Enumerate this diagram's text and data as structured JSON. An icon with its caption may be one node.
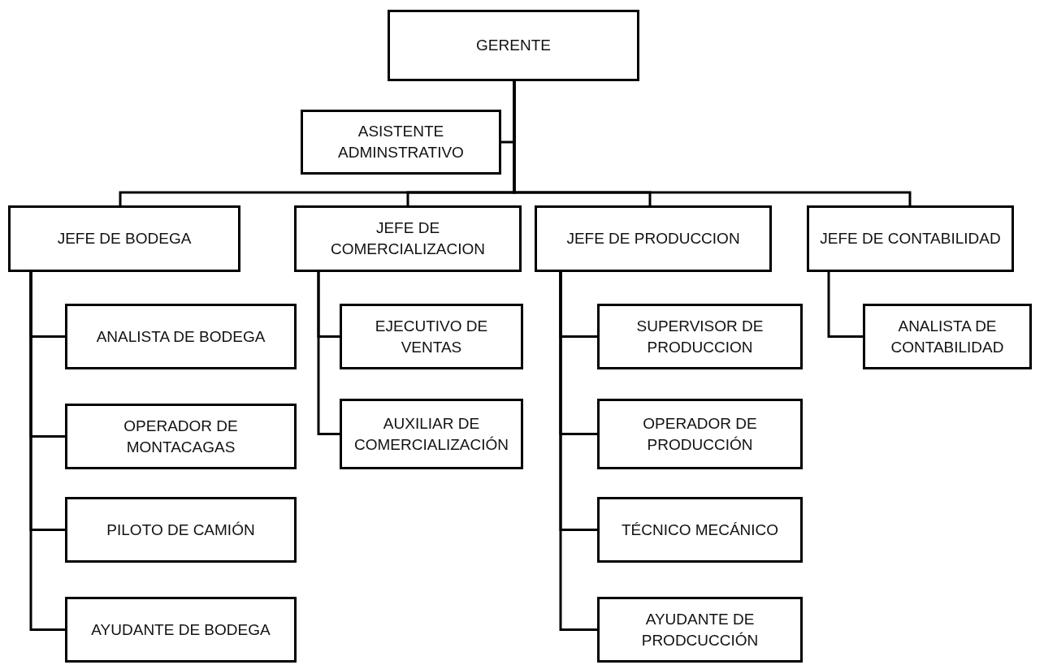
{
  "diagram": {
    "nodes": [
      {
        "text": [
          "GERENTE"
        ]
      },
      {
        "text": [
          "ASISTENTE ADMINSTRATIVO"
        ]
      },
      {
        "text": [
          "JEFE DE BODEGA"
        ]
      },
      {
        "text": [
          "JEFE DE COMERCIALIZACION"
        ]
      },
      {
        "text": [
          "JEFE DE PRODUCCION"
        ]
      },
      {
        "text": [
          "JEFE DE CONTABILIDAD"
        ]
      },
      {
        "text": [
          "ANALISTA DE BODEGA"
        ]
      },
      {
        "text": [
          "OPERADOR DE MONTACAGAS"
        ]
      },
      {
        "text": [
          "PILOTO DE CAMIÓN"
        ]
      },
      {
        "text": [
          "AYUDANTE DE BODEGA"
        ]
      },
      {
        "text": [
          "EJECUTIVO DE VENTAS"
        ]
      },
      {
        "text": [
          "AUXILIAR DE COMERCIALIZACIÓN"
        ]
      },
      {
        "text": [
          "SUPERVISOR DE PRODUCCION"
        ]
      },
      {
        "text": [
          "OPERADOR DE PRODUCCIÓN"
        ]
      },
      {
        "text": [
          "TÉCNICO MECÁNICO"
        ]
      },
      {
        "text": [
          "AYUDANTE DE PRODCUCCIÓN"
        ]
      },
      {
        "text": [
          "ANALISTA DE CONTABILIDAD"
        ]
      }
    ],
    "edges": [
      {
        "from": 0,
        "to": 1,
        "arrow": "none"
      },
      {
        "from": 0,
        "to": 2,
        "arrow": "none"
      },
      {
        "from": 0,
        "to": 3,
        "arrow": "none"
      },
      {
        "from": 0,
        "to": 4,
        "arrow": "none"
      },
      {
        "from": 0,
        "to": 5,
        "arrow": "none"
      },
      {
        "from": 2,
        "to": 6,
        "arrow": "none"
      },
      {
        "from": 2,
        "to": 7,
        "arrow": "none"
      },
      {
        "from": 2,
        "to": 8,
        "arrow": "none"
      },
      {
        "from": 2,
        "to": 9,
        "arrow": "none"
      },
      {
        "from": 3,
        "to": 10,
        "arrow": "none"
      },
      {
        "from": 3,
        "to": 11,
        "arrow": "none"
      },
      {
        "from": 4,
        "to": 12,
        "arrow": "none"
      },
      {
        "from": 4,
        "to": 13,
        "arrow": "none"
      },
      {
        "from": 4,
        "to": 14,
        "arrow": "none"
      },
      {
        "from": 4,
        "to": 15,
        "arrow": "none"
      },
      {
        "from": 5,
        "to": 16,
        "arrow": "none"
      }
    ]
  }
}
